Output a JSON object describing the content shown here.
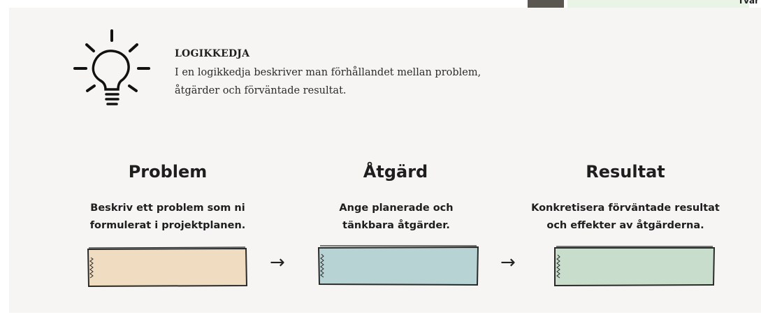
{
  "corner": {
    "text": "Tvär"
  },
  "intro": {
    "title": "LOGIKKEDJA",
    "line1": "I en logikkedja beskriver man förhållandet mellan problem,",
    "line2": "åtgärder och förväntade resultat.",
    "icon": "lightbulb-icon"
  },
  "columns": [
    {
      "heading": "Problem",
      "desc1": "Beskriv ett problem som ni",
      "desc2": "formulerat i projektplanen.",
      "color": "#f0dcc0"
    },
    {
      "heading": "Åtgärd",
      "desc1": "Ange planerade och",
      "desc2": "tänkbara åtgärder.",
      "color": "#b8d3d3"
    },
    {
      "heading": "Resultat",
      "desc1": "Konkretisera förväntade resultat",
      "desc2": "och effekter av åtgärderna.",
      "color": "#c9ddcd"
    }
  ],
  "arrows": [
    "→",
    "→"
  ]
}
